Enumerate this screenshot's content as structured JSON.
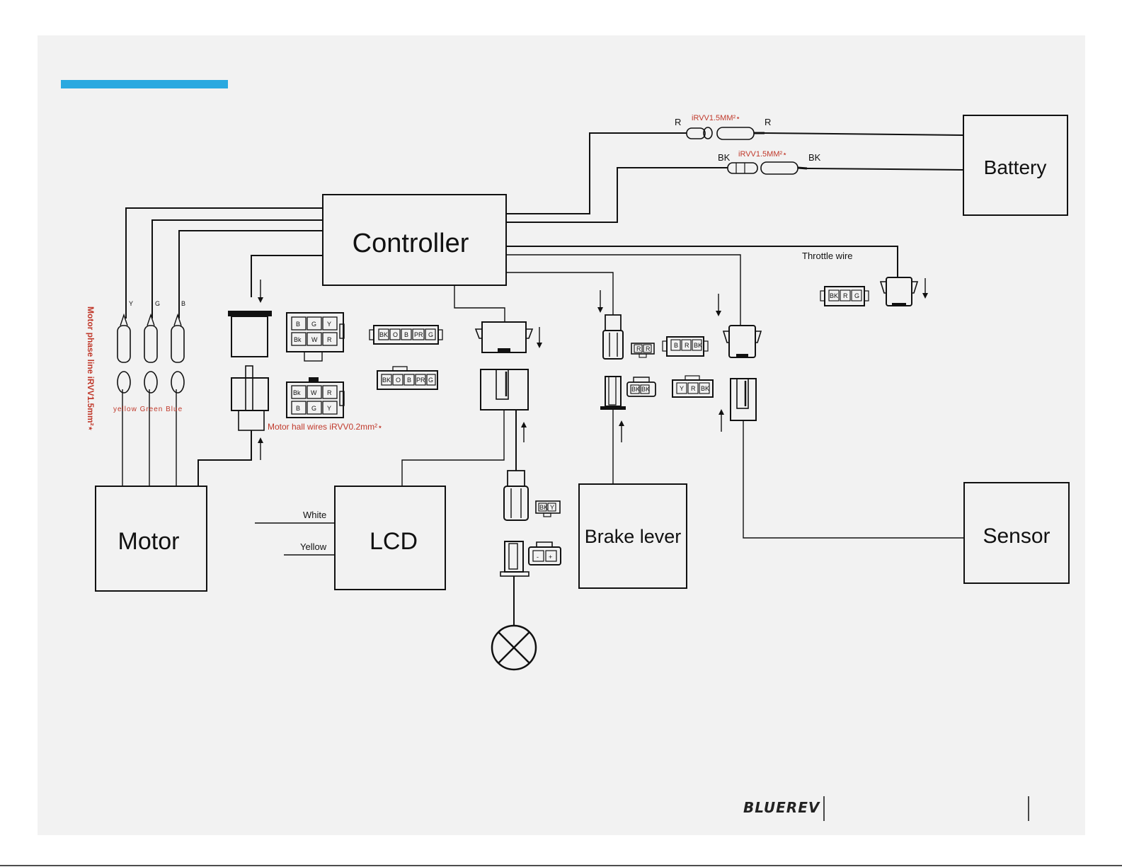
{
  "components": {
    "controller": "Controller",
    "battery": "Battery",
    "motor": "Motor",
    "lcd": "LCD",
    "brake_lever": "Brake lever",
    "sensor": "Sensor"
  },
  "labels": {
    "battery_red_spec": "iRVV1.5MM²⋆",
    "battery_black_spec": "iRVV1.5MM²⋆",
    "red_left": "R",
    "red_right": "R",
    "black_left": "BK",
    "black_right": "BK",
    "throttle_wire": "Throttle wire",
    "motor_phase_line": "Motor phase line iRVV1.5mm²⋆",
    "motor_hall_wires": "Motor hall wires iRVV0.2mm²⋆",
    "phase_colors": "yellow Green Blue",
    "phase_y": "Y",
    "phase_g": "G",
    "phase_b": "B",
    "lcd_white": "White",
    "lcd_yellow": "Yellow"
  },
  "connector_pins": {
    "hall_top": [
      "B",
      "G",
      "Y",
      "Bk",
      "W",
      "R"
    ],
    "hall_bottom": [
      "Bk",
      "W",
      "R",
      "B",
      "G",
      "Y"
    ],
    "lcd_top": [
      "BK",
      "O",
      "B",
      "PR",
      "G"
    ],
    "lcd_bottom": [
      "BK",
      "O",
      "B",
      "PR",
      "G"
    ],
    "light_top": [
      "BK",
      "Y"
    ],
    "light_bottom": [
      "-",
      "+"
    ],
    "brake_left_top": [
      "R",
      "R"
    ],
    "brake_left_bottom": [
      "BK",
      "BK"
    ],
    "brake_right_top": [
      "B",
      "R",
      "BK"
    ],
    "brake_right_bottom": [
      "Y",
      "R",
      "BK"
    ],
    "throttle": [
      "BK",
      "R",
      "G"
    ]
  },
  "footer": {
    "brand": "BLUEREV"
  },
  "colors": {
    "accent_bar": "#2aa9e0",
    "annotation_red": "#c0392b",
    "page_bg": "#f2f2f2"
  }
}
